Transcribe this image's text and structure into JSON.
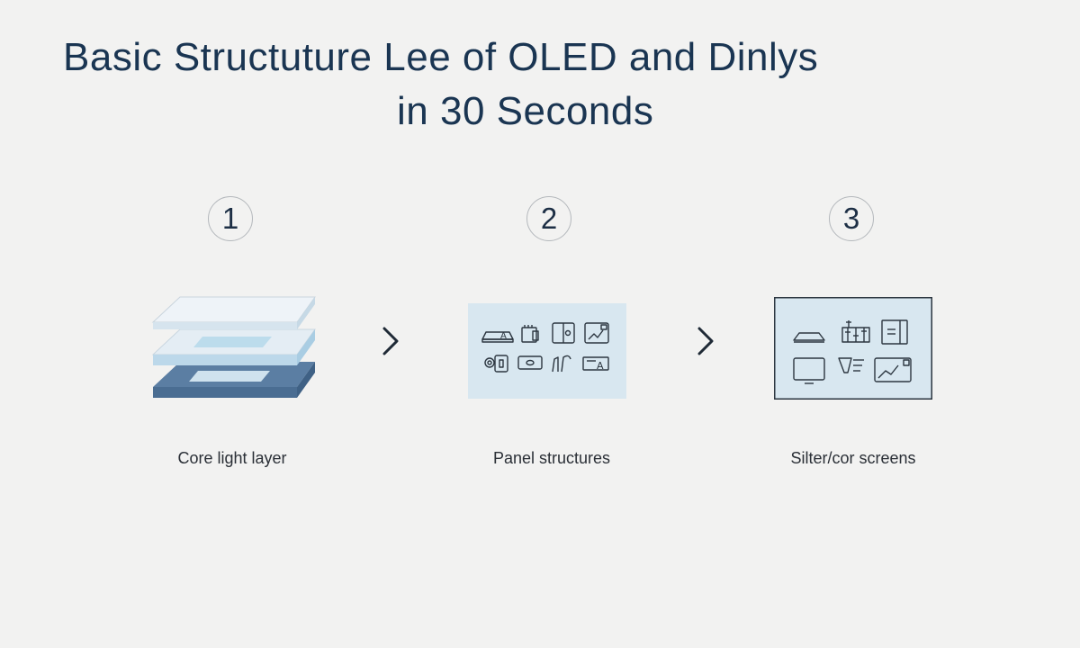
{
  "title": {
    "line1": "Basic Structuture Lee of OLED and Dinlys",
    "line2": "in 30 Seconds"
  },
  "steps": [
    {
      "number": "1",
      "caption": "Core light layer"
    },
    {
      "number": "2",
      "caption": "Panel structures"
    },
    {
      "number": "3",
      "caption": "Silter/cor screens"
    }
  ],
  "colors": {
    "background": "#f2f2f1",
    "title": "#1a3552",
    "layer_light": "#e8eef5",
    "layer_mid": "#cfe2ee",
    "layer_dark": "#5b7ea3",
    "panel_fill": "#d8e7f0",
    "icon_stroke": "#2c3640"
  },
  "icons": {
    "step1": "stacked-layers-icon",
    "step2": "panel-components-icon",
    "step3": "screen-components-icon",
    "arrow": "chevron-right-icon"
  }
}
